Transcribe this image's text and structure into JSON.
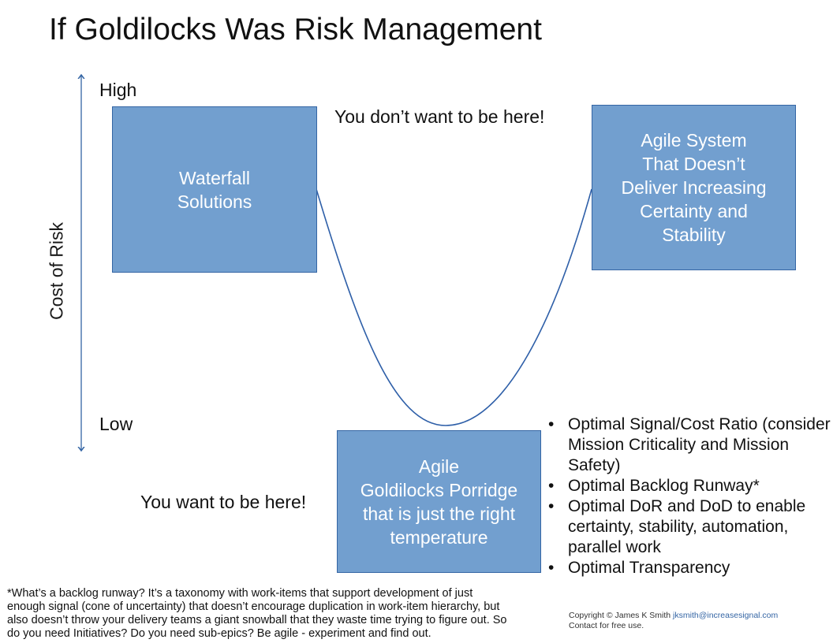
{
  "title": "If Goldilocks Was Risk Management",
  "axis": {
    "label": "Cost of Risk",
    "high": "High",
    "low": "Low"
  },
  "boxes": {
    "waterfall": "Waterfall\nSolutions",
    "agile_system": "Agile System\nThat Doesn’t\nDeliver Increasing\nCertainty and\nStability",
    "goldilocks": "Agile\nGoldilocks Porridge\nthat is just the right\ntemperature"
  },
  "annotations": {
    "dont_want": "You don’t want to be here!",
    "want": "You want to be here!"
  },
  "bullets": [
    "Optimal Signal/Cost Ratio (consider Mission Criticality and Mission Safety)",
    "Optimal Backlog Runway*",
    "Optimal DoR and DoD to enable certainty, stability, automation, parallel work",
    "Optimal Transparency"
  ],
  "footnote": "*What’s a backlog runway? It’s a taxonomy with work-items that support development of just enough signal (cone of uncertainty) that doesn’t encourage duplication in work-item hierarchy, but also doesn’t throw your delivery teams a giant snowball that they waste time trying to figure out. So do you need Initiatives? Do you need sub-epics? Be agile - experiment and find out.",
  "copyright": {
    "text": "Copyright © James K Smith",
    "email": "jksmith@increasesignal.com",
    "contact": "Contact for free use."
  },
  "colors": {
    "box_fill": "#729fcf",
    "box_border": "#3465a4",
    "curve": "#2e5fa8",
    "axis_arrow": "#3465a4"
  }
}
